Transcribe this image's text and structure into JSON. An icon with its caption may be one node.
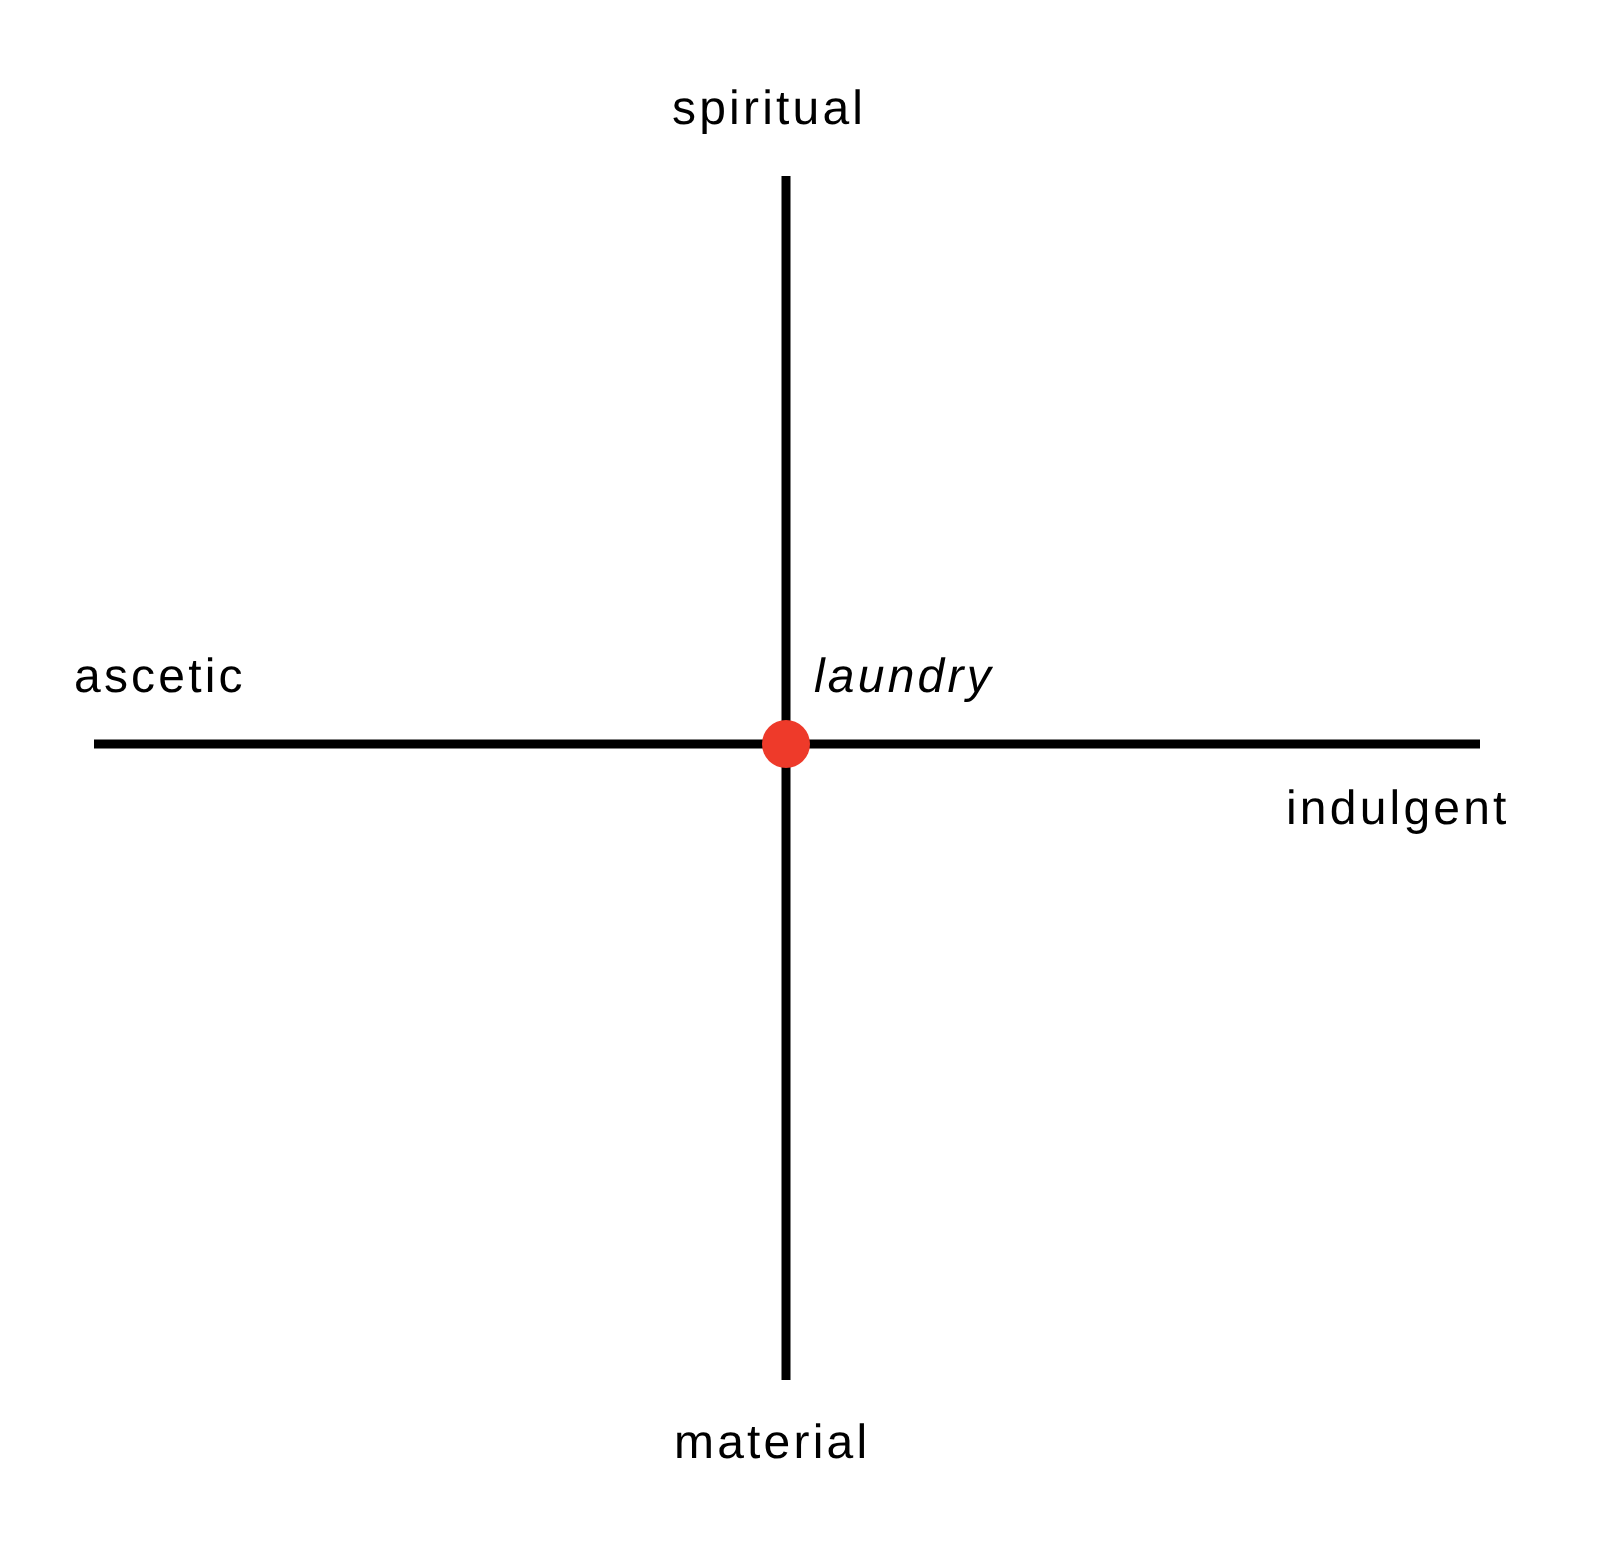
{
  "diagram": {
    "nodes": [
      {
        "text": [],
        "shape": "circle",
        "beside": [
          "laundry"
        ]
      }
    ],
    "labels": [
      "spiritual",
      "ascetic",
      "indulgent",
      "material"
    ]
  }
}
